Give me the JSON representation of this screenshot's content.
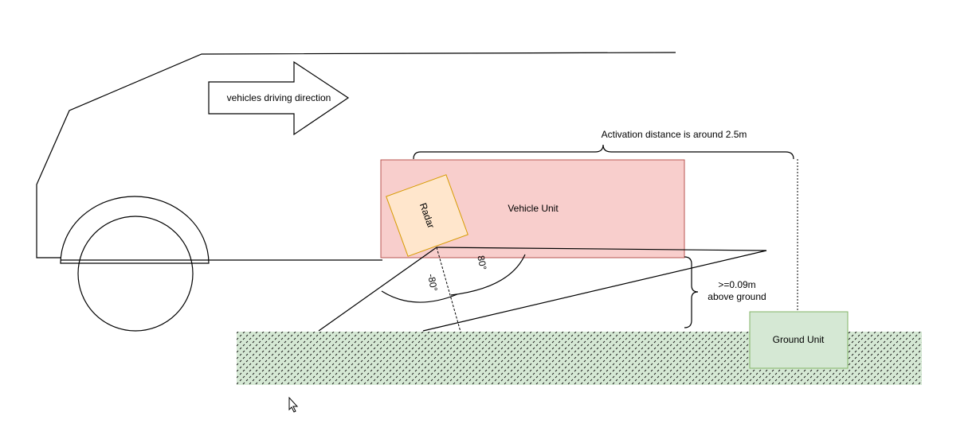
{
  "diagram": {
    "direction_label": "vehicles driving direction",
    "activation_label": "Activation distance is around 2.5m",
    "vehicle_unit_label": "Vehicle Unit",
    "radar_label": "Radar",
    "angle_positive": "80°",
    "angle_negative": "-80°",
    "height_label_line1": ">=0.09m",
    "height_label_line2": "above ground",
    "ground_unit_label": "Ground Unit"
  },
  "colors": {
    "vehicle_unit_fill": "#f8cecc",
    "vehicle_unit_stroke": "#b85450",
    "radar_fill": "#ffe6cc",
    "radar_stroke": "#d79b00",
    "ground_fill": "#d5e8d4",
    "ground_stroke": "#82b366",
    "ground_pattern": "#1a1a1a"
  },
  "icons": {
    "cursor": "mouse-pointer-icon"
  }
}
